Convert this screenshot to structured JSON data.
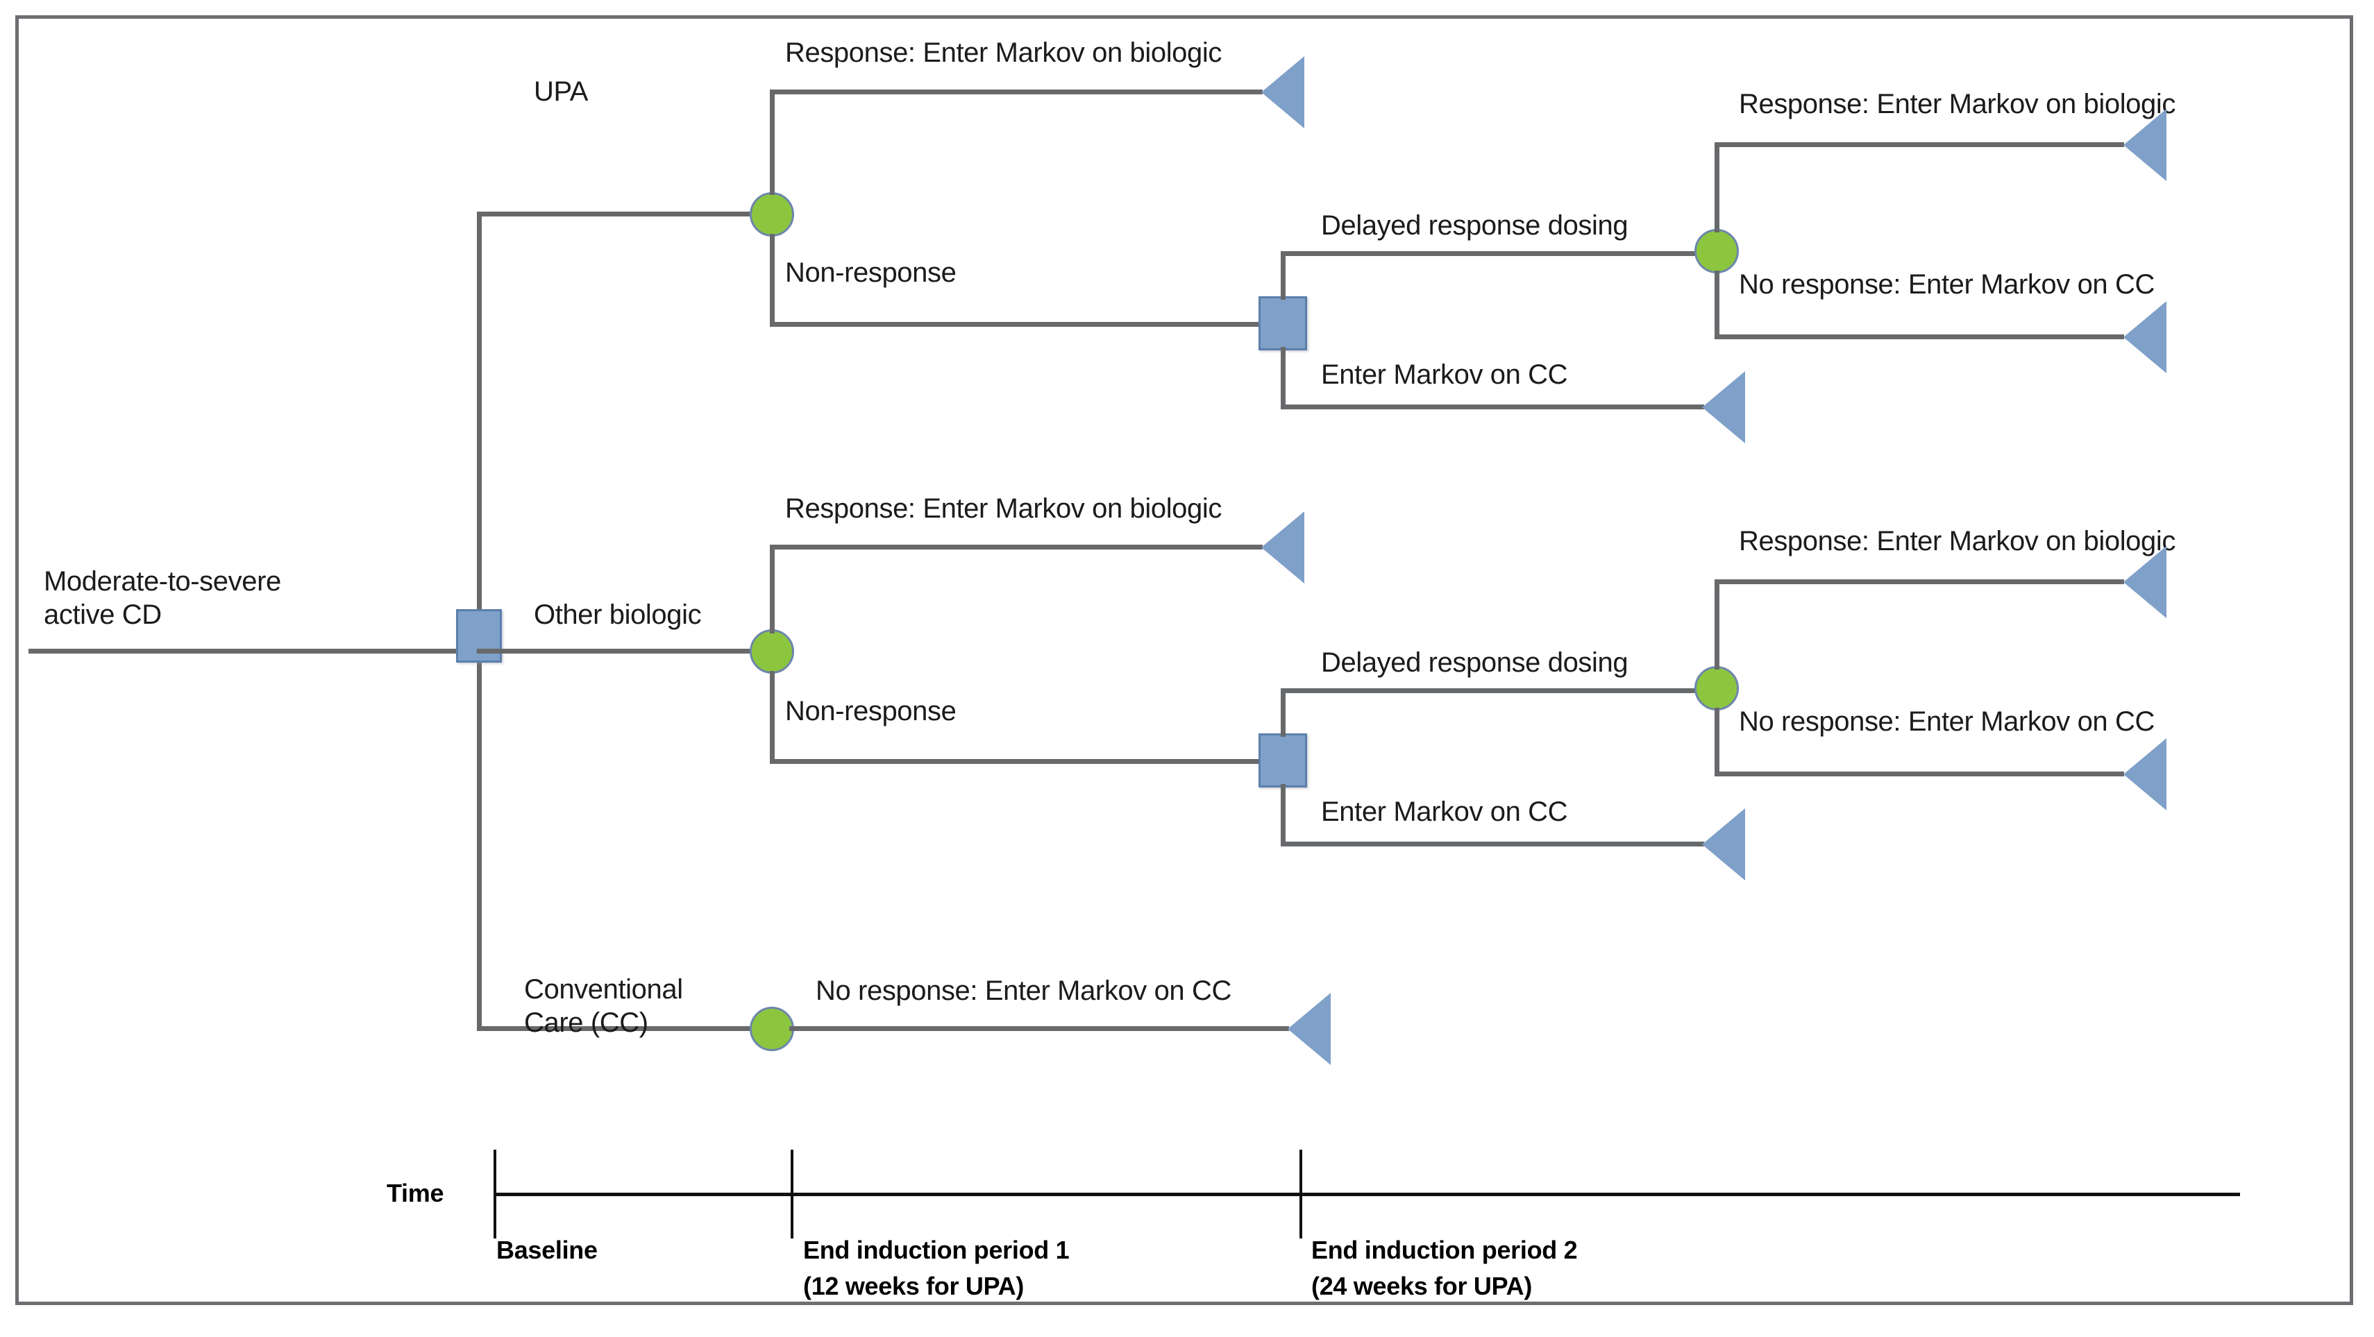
{
  "diagram": {
    "title_present": false,
    "colors": {
      "decision_node_fill": "#7fa0c8",
      "decision_node_border": "#5c7fab",
      "chance_node_fill": "#8cc63f",
      "chance_node_border": "#6d86ab",
      "terminal_node_fill": "#7fa0c8",
      "branch_line": "#67696b",
      "frame_border": "#6d6e71",
      "text": "#1b1b1b",
      "timeline": "#111111"
    },
    "root": {
      "label_line1": "Moderate-to-severe",
      "label_line2": "active CD"
    },
    "branches": {
      "upa": {
        "arm_label": "UPA",
        "response_label": "Response: Enter Markov on biologic",
        "nonresponse_label": "Non-response",
        "delayed_label": "Delayed response dosing",
        "cc_label": "Enter Markov on CC",
        "delayed_response_label": "Response: Enter Markov on biologic",
        "delayed_noresponse_label": "No response: Enter Markov on CC"
      },
      "other_biologic": {
        "arm_label_line1": "Other biologic",
        "response_label": "Response: Enter Markov on biologic",
        "nonresponse_label": "Non-response",
        "delayed_label": "Delayed response dosing",
        "cc_label": "Enter Markov on CC",
        "delayed_response_label": "Response: Enter Markov on biologic",
        "delayed_noresponse_label": "No response: Enter Markov on CC"
      },
      "conventional_care": {
        "arm_label_line1": "Conventional",
        "arm_label_line2": "Care (CC)",
        "outcome_label": "No response: Enter Markov on CC"
      }
    },
    "timeline": {
      "axis_label": "Time",
      "ticks": [
        {
          "label": "Baseline",
          "sub": ""
        },
        {
          "label": "End induction period  1",
          "sub": "(12 weeks for UPA)"
        },
        {
          "label": "End induction period  2",
          "sub": "(24 weeks for UPA)"
        }
      ]
    }
  }
}
